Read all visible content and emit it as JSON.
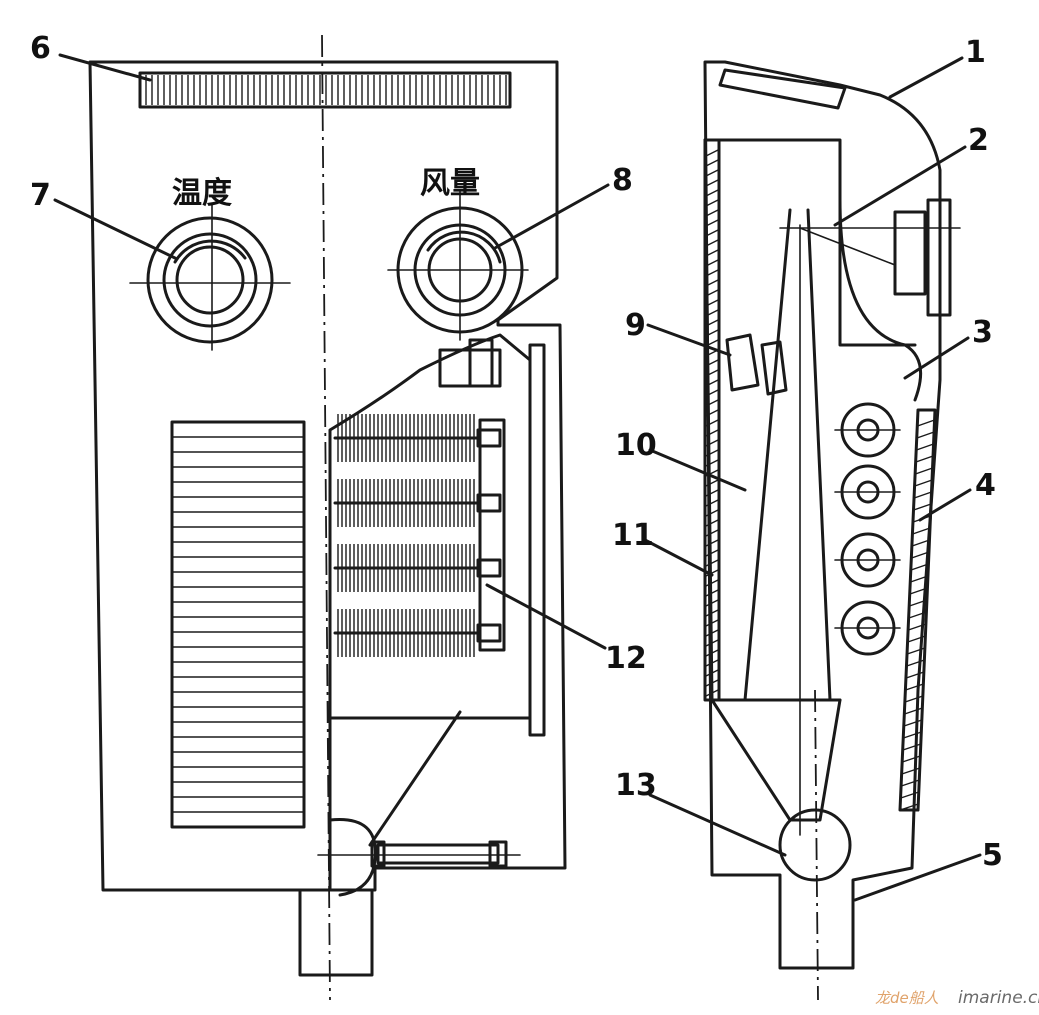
{
  "dial_labels": {
    "temperature": "温度",
    "air_volume": "风量"
  },
  "callouts": [
    "1",
    "2",
    "3",
    "4",
    "5",
    "6",
    "7",
    "8",
    "9",
    "10",
    "11",
    "12",
    "13"
  ],
  "watermark": {
    "brand": "龙de船人",
    "site": "imarine.cn"
  }
}
